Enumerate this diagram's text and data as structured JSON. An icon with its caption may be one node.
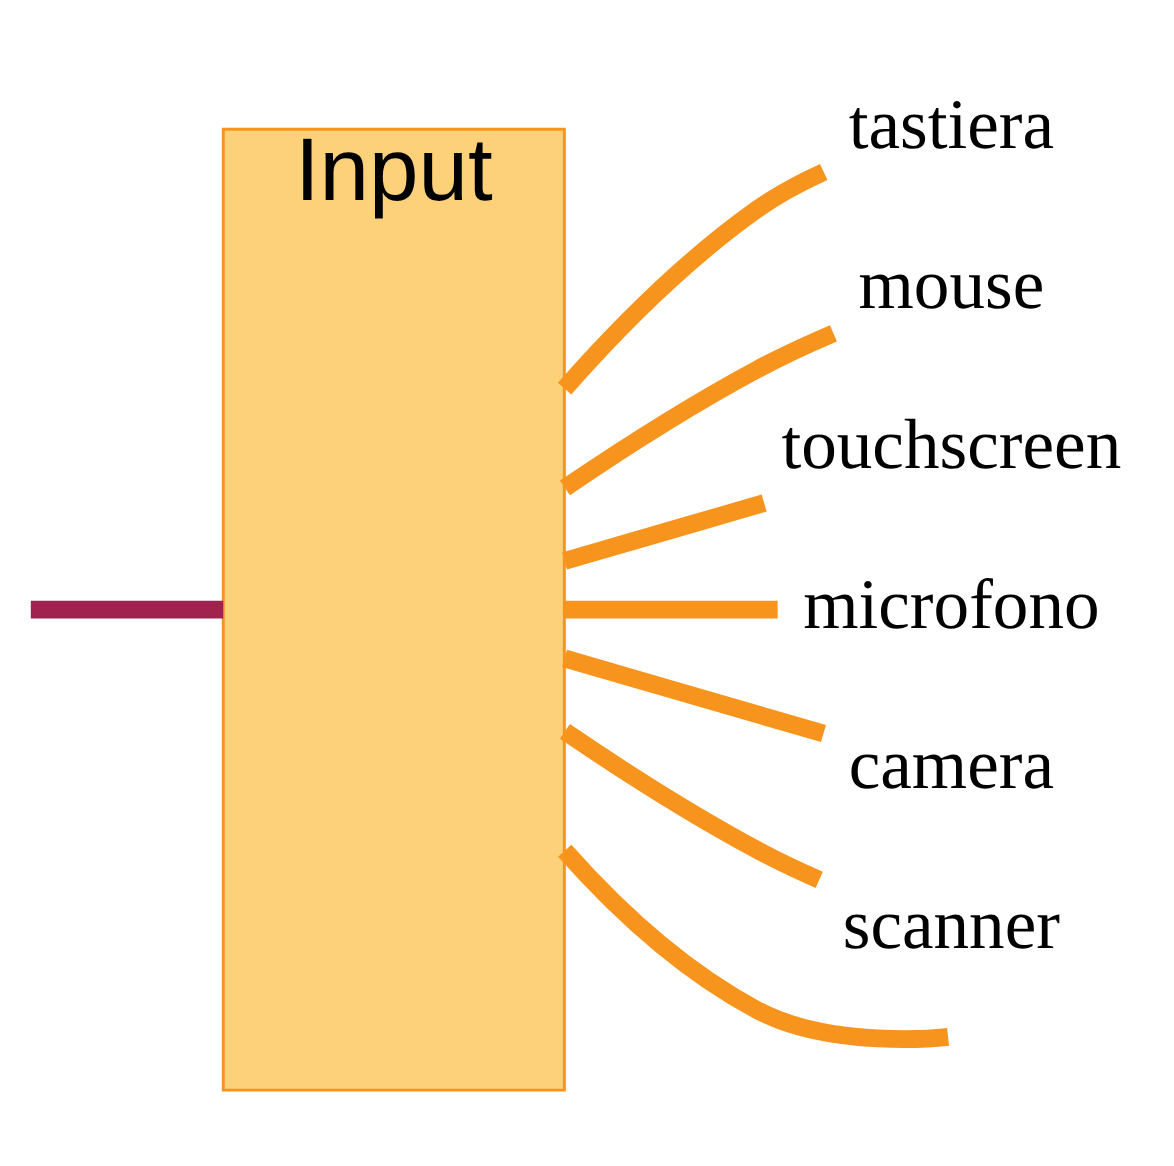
{
  "diagram": {
    "nodes": [
      {
        "text": [
          "Input"
        ]
      },
      {
        "text": [
          "tastiera"
        ]
      },
      {
        "text": [
          "mouse"
        ]
      },
      {
        "text": [
          "touchscreen"
        ]
      },
      {
        "text": [
          "microfono"
        ]
      },
      {
        "text": [
          "camera"
        ]
      },
      {
        "text": [
          "scanner"
        ]
      }
    ],
    "edges": [
      {
        "from": 0,
        "to": null,
        "arrow": "none"
      },
      {
        "from": 0,
        "to": 1,
        "arrow": "none"
      },
      {
        "from": 0,
        "to": 2,
        "arrow": "none"
      },
      {
        "from": 0,
        "to": 3,
        "arrow": "none"
      },
      {
        "from": 0,
        "to": 4,
        "arrow": "none"
      },
      {
        "from": 0,
        "to": 5,
        "arrow": "none"
      },
      {
        "from": 0,
        "to": 6,
        "arrow": "none"
      },
      {
        "from": null,
        "to": 0,
        "arrow": "none",
        "color": "#a0234f"
      }
    ]
  }
}
